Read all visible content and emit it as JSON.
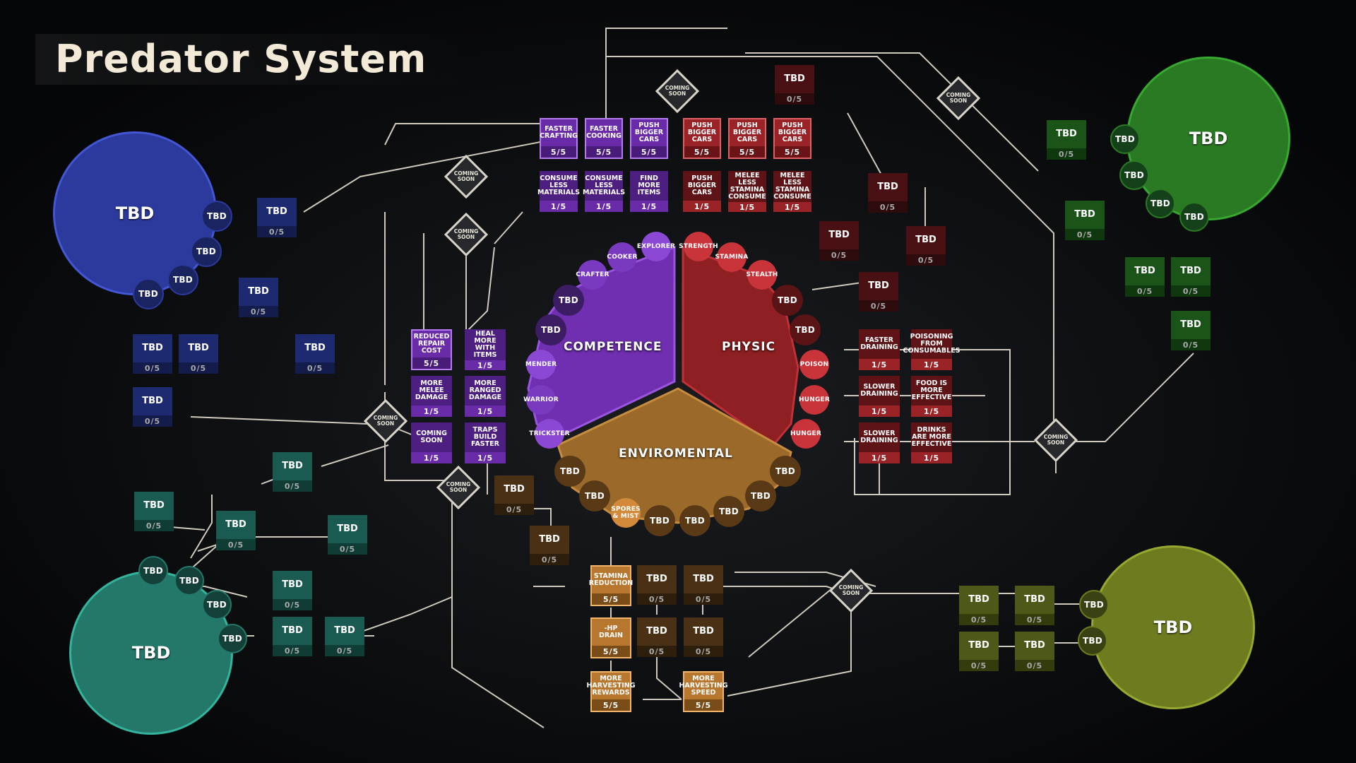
{
  "title": "Predator System",
  "big_circles": [
    {
      "id": "blue",
      "label": "TBD",
      "color": "#2b3a9c",
      "border": "#4356d4"
    },
    {
      "id": "green",
      "label": "TBD",
      "color": "#2a7a23",
      "border": "#37a830"
    },
    {
      "id": "teal",
      "label": "TBD",
      "color": "#23786a",
      "border": "#33b49e"
    },
    {
      "id": "olive",
      "label": "TBD",
      "color": "#6e7c1f",
      "border": "#97a830"
    }
  ],
  "sectors": {
    "competence": {
      "label": "COMPETENCE",
      "color": "#6f2fb0"
    },
    "physic": {
      "label": "PHYSIC",
      "color": "#8e1f22"
    },
    "enviromental": {
      "label": "ENVIROMENTAL",
      "color": "#9b6a2a"
    }
  },
  "coming_soon": "COMING SOON",
  "tbd": "TBD",
  "nodes": {
    "crafter": "CRAFTER",
    "cooker": "COOKER",
    "explorer": "EXPLORER",
    "strength": "STRENGTH",
    "stamina": "STAMINA",
    "stealth": "STEALTH",
    "mender": "MENDER",
    "warrior": "WARRIOR",
    "trickster": "TRICKSTER",
    "poison": "POISON",
    "hunger1": "HUNGER",
    "hunger2": "HUNGER",
    "spores": "SPORES & MIST"
  },
  "purple_boxes": [
    {
      "label": "FASTER CRAFTING",
      "count": "5/5"
    },
    {
      "label": "FASTER COOKING",
      "count": "5/5"
    },
    {
      "label": "PUSH BIGGER CARS",
      "count": "5/5"
    },
    {
      "label": "CONSUME LESS MATERIALS",
      "count": "1/5"
    },
    {
      "label": "CONSUME LESS MATERIALS",
      "count": "1/5"
    },
    {
      "label": "FIND MORE ITEMS",
      "count": "1/5"
    },
    {
      "label": "REDUCED REPAIR COST",
      "count": "5/5"
    },
    {
      "label": "HEAL MORE WITH ITEMS",
      "count": "1/5"
    },
    {
      "label": "MORE MELEE DAMAGE",
      "count": "1/5"
    },
    {
      "label": "MORE RANGED DAMAGE",
      "count": "1/5"
    },
    {
      "label": "COMING SOON",
      "count": "1/5"
    },
    {
      "label": "TRAPS BUILD FASTER",
      "count": "1/5"
    }
  ],
  "red_boxes": [
    {
      "label": "PUSH BIGGER CARS",
      "count": "5/5"
    },
    {
      "label": "PUSH BIGGER CARS",
      "count": "5/5"
    },
    {
      "label": "PUSH BIGGER CARS",
      "count": "5/5"
    },
    {
      "label": "PUSH BIGGER CARS",
      "count": "1/5"
    },
    {
      "label": "MELEE LESS STAMINA CONSUME",
      "count": "1/5"
    },
    {
      "label": "MELEE LESS STAMINA CONSUME",
      "count": "1/5"
    },
    {
      "label": "FASTER DRAINING",
      "count": "1/5"
    },
    {
      "label": "POISONING FROM CONSUMABLES",
      "count": "1/5"
    },
    {
      "label": "SLOWER DRAINING",
      "count": "1/5"
    },
    {
      "label": "FOOD IS MORE EFFECTIVE",
      "count": "1/5"
    },
    {
      "label": "SLOWER DRAINING",
      "count": "1/5"
    },
    {
      "label": "DRINKS ARE MORE EFFECTIVE",
      "count": "1/5"
    }
  ],
  "orange_boxes": [
    {
      "label": "STAMINA REDUCTION",
      "count": "5/5"
    },
    {
      "label": "-HP DRAIN",
      "count": "5/5"
    },
    {
      "label": "MORE HARVESTING REWARDS",
      "count": "5/5"
    },
    {
      "label": "MORE HARVESTING SPEED",
      "count": "5/5"
    }
  ],
  "zero_count": "0/5"
}
